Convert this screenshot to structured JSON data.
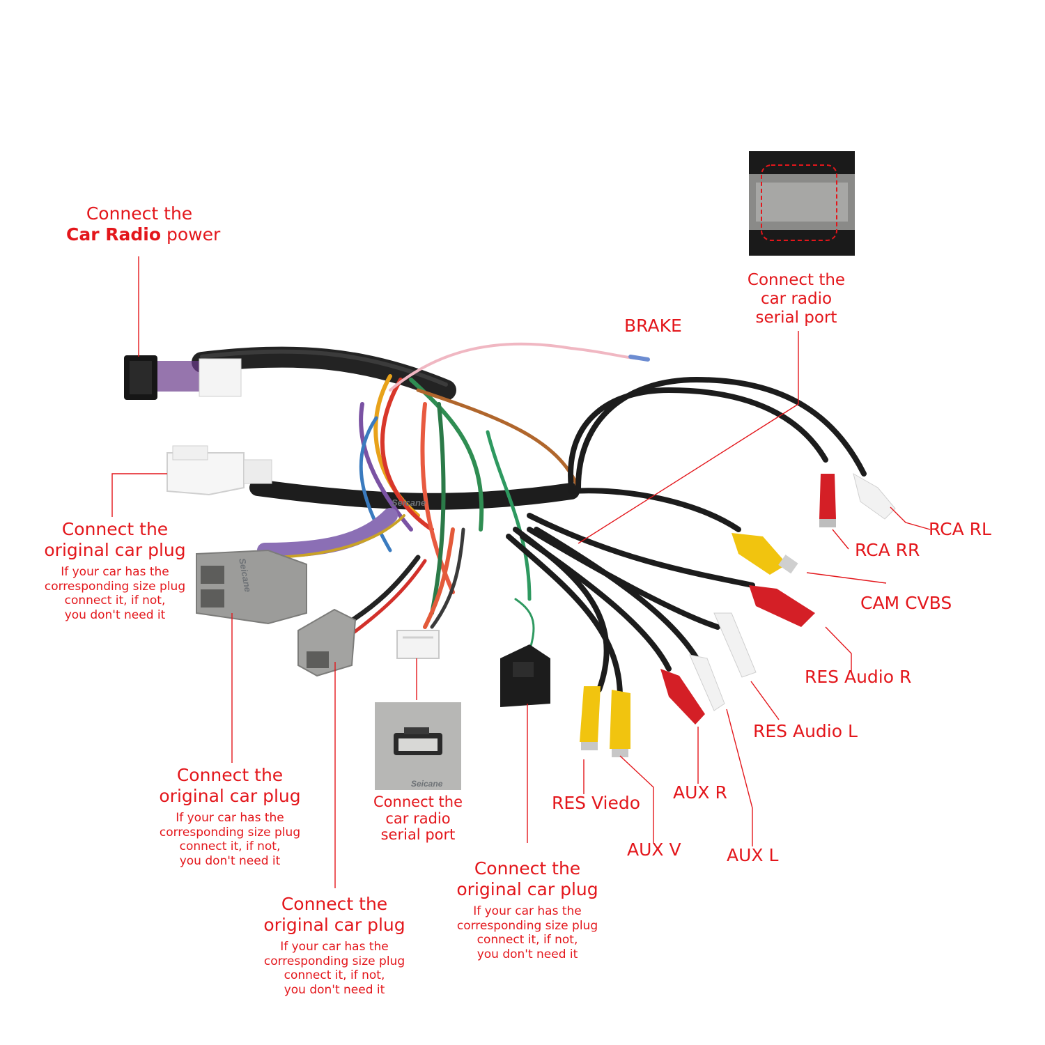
{
  "diagram": {
    "colors": {
      "label": "#e3161b",
      "cable": "#1f1f1f",
      "rca_red": "#d41f26",
      "rca_white": "#f2f2f2",
      "rca_yellow": "#f1c40f",
      "plug_gray": "#9a9a98",
      "plug_white": "#f4f4f4",
      "plug_black": "#1c1c1c"
    },
    "labels": {
      "power": {
        "line1": "Connect the",
        "bold": "Car Radio",
        "rest": "power"
      },
      "plug_white": {
        "title1": "Connect the",
        "title2": "original car plug",
        "note": [
          "If your car has the",
          "corresponding size plug",
          "connect it, if not,",
          "you don't need it"
        ]
      },
      "plug_gray_large": {
        "title1": "Connect the",
        "title2": "original car plug",
        "note": [
          "If your car has the",
          "corresponding size plug",
          "connect it, if not,",
          "you don't need it"
        ]
      },
      "plug_gray_small": {
        "title1": "Connect the",
        "title2": "original car plug",
        "note": [
          "If your car has the",
          "corresponding size plug",
          "connect it, if not,",
          "you don't need it"
        ]
      },
      "plug_black": {
        "title1": "Connect the",
        "title2": "original car plug",
        "note": [
          "If your car has the",
          "corresponding size plug",
          "connect it, if not,",
          "you don't need it"
        ]
      },
      "serial_bottom": [
        "Connect the",
        "car radio",
        "serial port"
      ],
      "serial_top": [
        "Connect the",
        "car radio",
        "serial port"
      ],
      "brake": "BRAKE",
      "rca_rl": "RCA RL",
      "rca_rr": "RCA RR",
      "cam_cvbs": "CAM CVBS",
      "res_audio_r": "RES Audio R",
      "res_audio_l": "RES Audio L",
      "res_viedo": "RES Viedo",
      "aux_v": "AUX V",
      "aux_r": "AUX R",
      "aux_l": "AUX L"
    },
    "brand_marks": [
      "Seicane",
      "Seicane",
      "Seicane"
    ]
  }
}
